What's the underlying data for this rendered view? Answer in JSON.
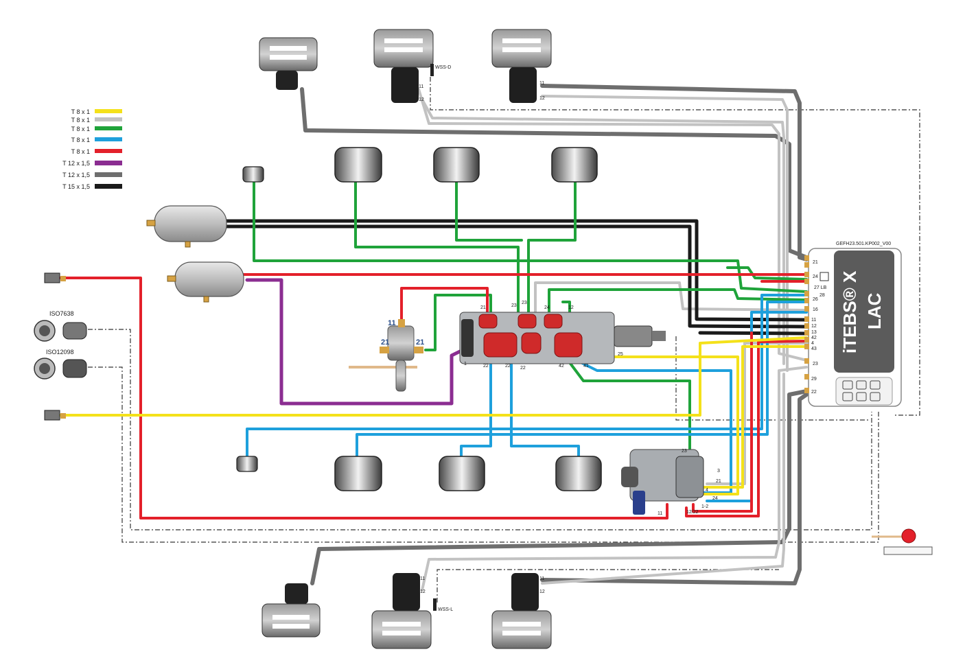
{
  "colors": {
    "t8_yellow": "#f4e11a",
    "t8_silver": "#c2c2c2",
    "t8_green": "#1fa33a",
    "t8_blue": "#1ea0dc",
    "t8_red": "#e3202a",
    "t12_purple": "#8b2d91",
    "t12_grey": "#6e6e6e",
    "t15_black": "#1a1a1a",
    "valve_red": "#cf2a2a"
  },
  "legend": [
    {
      "label": "T 8 x 1",
      "color": "#f4e11a"
    },
    {
      "label": "T 8 x 1",
      "color": "#c2c2c2"
    },
    {
      "label": "T 8 x 1",
      "color": "#1fa33a"
    },
    {
      "label": "T 8 x 1",
      "color": "#1ea0dc"
    },
    {
      "label": "T 8 x 1",
      "color": "#e3202a"
    },
    {
      "label": "T 12 x 1,5",
      "color": "#8b2d91"
    },
    {
      "label": "T 12 x 1,5",
      "color": "#6e6e6e"
    },
    {
      "label": "T 15 x 1,5",
      "color": "#1a1a1a"
    }
  ],
  "ecu": {
    "drawing_code": "GEFH23.501.KP002_V00",
    "title": "iTEBS® X",
    "subtitle": "LAC",
    "ports": [
      "21",
      "24",
      "27 LB",
      "28",
      "26",
      "16",
      "11",
      "12",
      "13",
      "42",
      "4",
      "43",
      "23",
      "29",
      "22"
    ]
  },
  "connectors": {
    "iso7638": "ISO7638",
    "iso12098": "ISO12098"
  },
  "sensors": {
    "wss_d": "WSS-D",
    "wss_l": "WSS-L"
  },
  "valve_ports": {
    "relay_11": "11",
    "relay_21_left": "21",
    "relay_21_right": "21",
    "p21": "21",
    "p23": "23",
    "p23b": "23",
    "p24": "24",
    "p12": "12",
    "p1": "1",
    "p22a": "22",
    "p22b": "22",
    "p22c": "22",
    "p42": "42",
    "p41": "41",
    "p25": "25"
  },
  "trailer_valve_ports": {
    "p23": "23",
    "p3": "3",
    "p21": "21",
    "p4": "4",
    "p24": "24",
    "p1_2": "1-2",
    "p12_22": "12/22",
    "p11": "11"
  },
  "chamber_ports": {
    "top_mid_11": "11",
    "top_mid_12": "12",
    "top_right_11": "11",
    "top_right_12": "12",
    "bottom_mid_11": "11",
    "bottom_mid_12": "12",
    "bottom_right_11": "11",
    "bottom_right_12": "12"
  }
}
